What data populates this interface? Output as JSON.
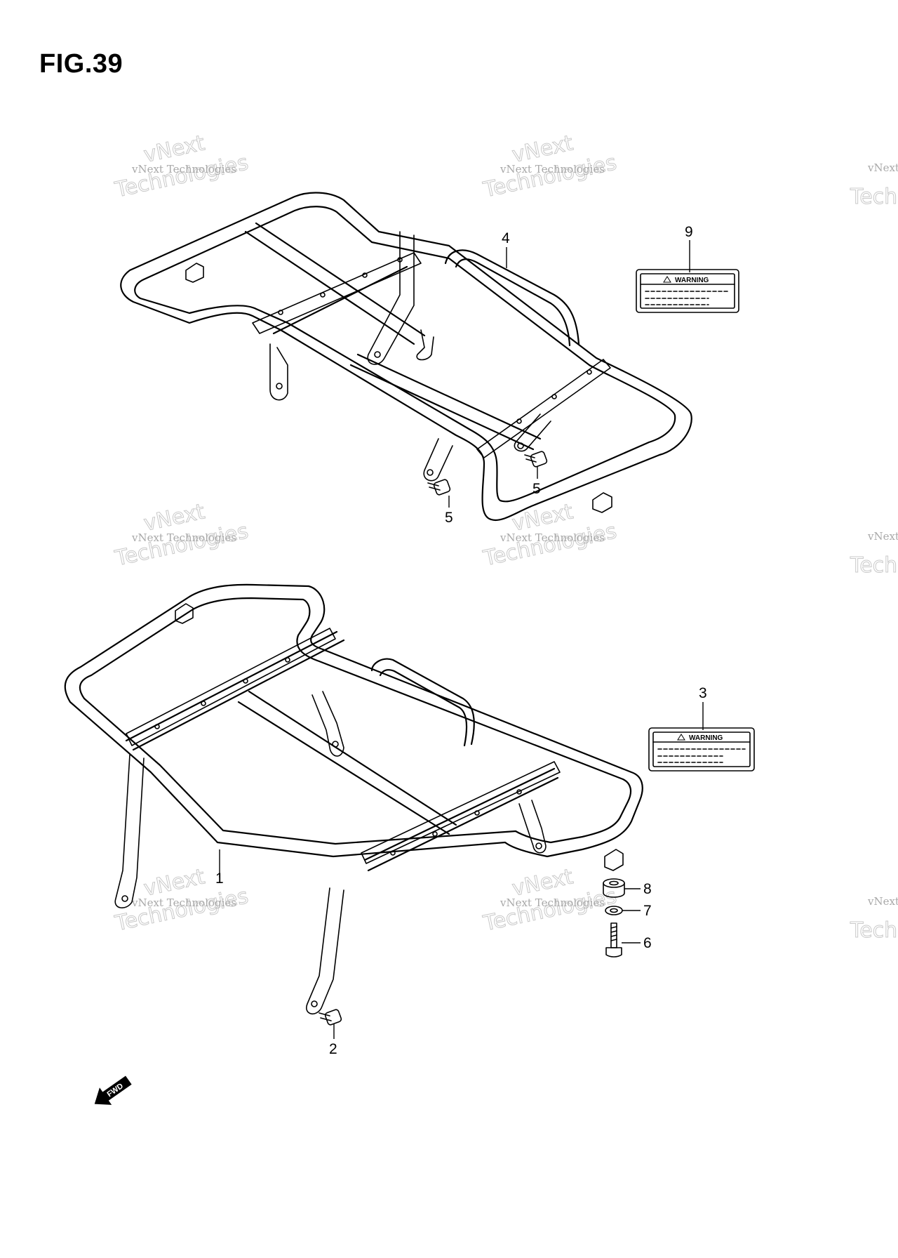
{
  "figure_title": "FIG.39",
  "callouts": {
    "c1": "1",
    "c2": "2",
    "c3": "3",
    "c4": "4",
    "c5a": "5",
    "c5b": "5",
    "c6": "6",
    "c7": "7",
    "c8": "8",
    "c9": "9"
  },
  "labels": {
    "warning_upper": "WARNING",
    "warning_lower": "WARNING"
  },
  "watermark": {
    "small": "vNext Technologies",
    "big_top": "vNext",
    "big_bottom": "Technologies"
  },
  "direction_arrow": "FWD"
}
